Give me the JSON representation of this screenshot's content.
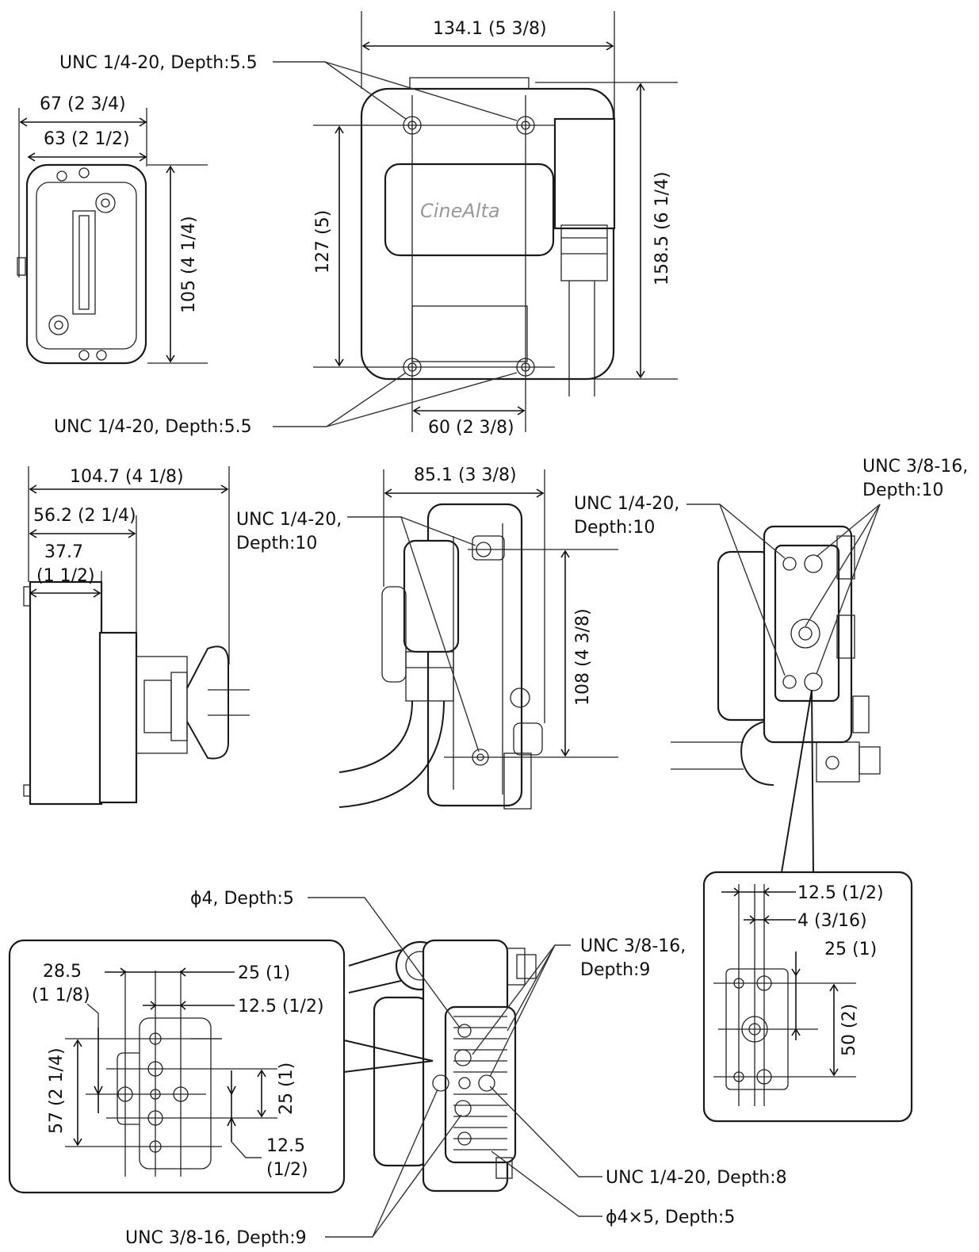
{
  "dimensions": {
    "width_top": "134.1 (5 3/8)",
    "side_67": "67 (2 3/4)",
    "side_63": "63 (2 1/2)",
    "side_105": "105 (4 1/4)",
    "height_127": "127 (5)",
    "height_158": "158.5 (6 1/4)",
    "bottom_60": "60 (2 3/8)",
    "depth_104": "104.7 (4 1/8)",
    "depth_56": "56.2 (2 1/4)",
    "depth_37_a": "37.7",
    "depth_37_b": "(1 1/2)",
    "width_85": "85.1 (3 3/8)",
    "height_108": "108 (4 3/8)",
    "d_12_5_right": "12.5 (1/2)",
    "d_4_right": "4 (3/16)",
    "d_25_right": "25 (1)",
    "d_50_right": "50 (2)",
    "d_28_5_a": "28.5",
    "d_28_5_b": "(1 1/8)",
    "d_25_left": "25 (1)",
    "d_12_5_left": "12.5 (1/2)",
    "d_57": "57 (2 1/4)",
    "d_25_inner": "25 (1)",
    "d_12_5_low_a": "12.5",
    "d_12_5_low_b": "(1/2)"
  },
  "callouts": {
    "unc14_top": "UNC 1/4-20, Depth:5.5",
    "unc14_bottom": "UNC 1/4-20, Depth:5.5",
    "unc14_side_a": "UNC 1/4-20,",
    "unc14_side_b": "Depth:10",
    "unc14_right_a": "UNC 1/4-20,",
    "unc14_right_b": "Depth:10",
    "unc38_right_a": "UNC 3/8-16,",
    "unc38_right_b": "Depth:10",
    "phi4": "ϕ4, Depth:5",
    "unc38_bot_a": "UNC 3/8-16,",
    "unc38_bot_b": "Depth:9",
    "unc14_8": "UNC 1/4-20, Depth:8",
    "unc38_9": "UNC 3/8-16, Depth:9",
    "phi4x5": "ϕ4×5, Depth:5"
  },
  "logo_text": "CineAlta"
}
